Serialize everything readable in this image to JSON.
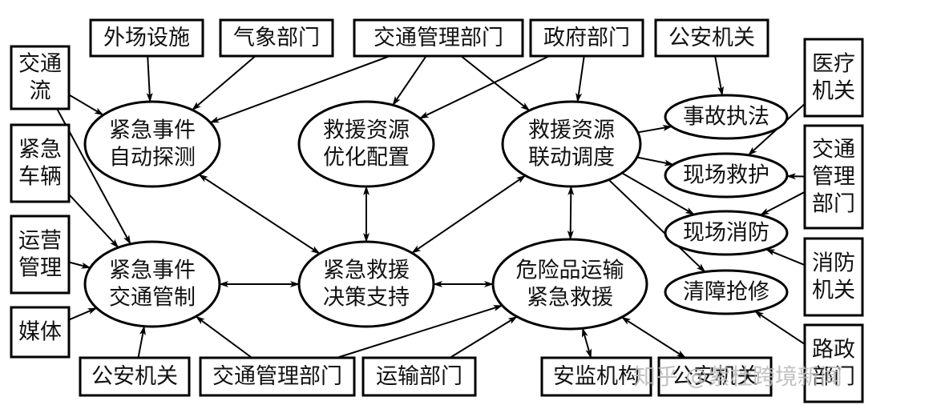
{
  "diagram": {
    "title": "",
    "nodes": {
      "box_waichang": {
        "lines": [
          "外场设施"
        ],
        "shape": "rect"
      },
      "box_qixiang": {
        "lines": [
          "气象部门"
        ],
        "shape": "rect"
      },
      "box_jiaotong_top": {
        "lines": [
          "交通管理部门"
        ],
        "shape": "rect"
      },
      "box_zhengfu": {
        "lines": [
          "政府部门"
        ],
        "shape": "rect"
      },
      "box_gongan_top": {
        "lines": [
          "公安机关"
        ],
        "shape": "rect"
      },
      "box_jiaotongliu": {
        "lines": [
          "交通",
          "流"
        ],
        "shape": "rect"
      },
      "box_jinjicheliang": {
        "lines": [
          "紧急",
          "车辆"
        ],
        "shape": "rect"
      },
      "box_yunying": {
        "lines": [
          "运营",
          "管理"
        ],
        "shape": "rect"
      },
      "box_meiti": {
        "lines": [
          "媒体"
        ],
        "shape": "rect"
      },
      "box_gongan_bottom": {
        "lines": [
          "公安机关"
        ],
        "shape": "rect"
      },
      "box_jiaotong_bottom": {
        "lines": [
          "交通管理部门"
        ],
        "shape": "rect"
      },
      "box_yunshu": {
        "lines": [
          "运输部门"
        ],
        "shape": "rect"
      },
      "box_anjian": {
        "lines": [
          "安监机构"
        ],
        "shape": "rect"
      },
      "box_gongan_bottom2": {
        "lines": [
          "公安机关"
        ],
        "shape": "rect"
      },
      "box_yiliao": {
        "lines": [
          "医疗",
          "机关"
        ],
        "shape": "rect"
      },
      "box_jiaotong_right": {
        "lines": [
          "交通",
          "管理",
          "部门"
        ],
        "shape": "rect"
      },
      "box_xiaofang": {
        "lines": [
          "消防",
          "机关"
        ],
        "shape": "rect"
      },
      "box_luzheng": {
        "lines": [
          "路政",
          "部门"
        ],
        "shape": "rect"
      },
      "ell_tance": {
        "lines": [
          "紧急事件",
          "自动探测"
        ],
        "shape": "ellipse"
      },
      "ell_youhua": {
        "lines": [
          "救援资源",
          "优化配置"
        ],
        "shape": "ellipse"
      },
      "ell_liandong": {
        "lines": [
          "救援资源",
          "联动调度"
        ],
        "shape": "ellipse"
      },
      "ell_guanzhi": {
        "lines": [
          "紧急事件",
          "交通管制"
        ],
        "shape": "ellipse"
      },
      "ell_juece": {
        "lines": [
          "紧急救援",
          "决策支持"
        ],
        "shape": "ellipse"
      },
      "ell_weixianpin": {
        "lines": [
          "危险品运输",
          "紧急救援"
        ],
        "shape": "ellipse"
      },
      "ell_zhifa": {
        "lines": [
          "事故执法"
        ],
        "shape": "ellipse"
      },
      "ell_jiuhu": {
        "lines": [
          "现场救护"
        ],
        "shape": "ellipse"
      },
      "ell_xiaofang": {
        "lines": [
          "现场消防"
        ],
        "shape": "ellipse"
      },
      "ell_qiangxiu": {
        "lines": [
          "清障抢修"
        ],
        "shape": "ellipse"
      }
    },
    "edges": [
      {
        "from": "box_waichang",
        "to": "ell_tance",
        "dir": "forward"
      },
      {
        "from": "box_qixiang",
        "to": "ell_tance",
        "dir": "forward"
      },
      {
        "from": "box_jiaotong_top",
        "to": "ell_tance",
        "dir": "forward"
      },
      {
        "from": "box_jiaotong_top",
        "to": "ell_youhua",
        "dir": "forward"
      },
      {
        "from": "box_jiaotong_top",
        "to": "ell_liandong",
        "dir": "forward"
      },
      {
        "from": "box_zhengfu",
        "to": "ell_youhua",
        "dir": "forward"
      },
      {
        "from": "box_zhengfu",
        "to": "ell_liandong",
        "dir": "forward"
      },
      {
        "from": "box_gongan_top",
        "to": "ell_zhifa",
        "dir": "forward"
      },
      {
        "from": "box_jiaotongliu",
        "to": "ell_tance",
        "dir": "forward"
      },
      {
        "from": "box_jiaotongliu",
        "to": "ell_guanzhi",
        "dir": "forward"
      },
      {
        "from": "box_jinjicheliang",
        "to": "ell_guanzhi",
        "dir": "forward"
      },
      {
        "from": "box_yunying",
        "to": "ell_guanzhi",
        "dir": "forward"
      },
      {
        "from": "box_meiti",
        "to": "ell_guanzhi",
        "dir": "forward"
      },
      {
        "from": "box_gongan_bottom",
        "to": "ell_guanzhi",
        "dir": "forward"
      },
      {
        "from": "box_jiaotong_bottom",
        "to": "ell_guanzhi",
        "dir": "forward"
      },
      {
        "from": "box_jiaotong_bottom",
        "to": "ell_weixianpin",
        "dir": "forward"
      },
      {
        "from": "box_yunshu",
        "to": "ell_weixianpin",
        "dir": "forward"
      },
      {
        "from": "box_anjian",
        "to": "ell_weixianpin",
        "dir": "both"
      },
      {
        "from": "box_gongan_bottom2",
        "to": "ell_weixianpin",
        "dir": "both"
      },
      {
        "from": "ell_tance",
        "to": "ell_juece",
        "dir": "both"
      },
      {
        "from": "ell_youhua",
        "to": "ell_juece",
        "dir": "both"
      },
      {
        "from": "ell_liandong",
        "to": "ell_juece",
        "dir": "both"
      },
      {
        "from": "ell_liandong",
        "to": "ell_weixianpin",
        "dir": "both"
      },
      {
        "from": "ell_guanzhi",
        "to": "ell_juece",
        "dir": "both"
      },
      {
        "from": "ell_juece",
        "to": "ell_weixianpin",
        "dir": "both"
      },
      {
        "from": "ell_liandong",
        "to": "ell_zhifa",
        "dir": "forward"
      },
      {
        "from": "ell_liandong",
        "to": "ell_jiuhu",
        "dir": "forward"
      },
      {
        "from": "ell_liandong",
        "to": "ell_xiaofang",
        "dir": "forward"
      },
      {
        "from": "ell_liandong",
        "to": "ell_qiangxiu",
        "dir": "forward"
      },
      {
        "from": "box_yiliao",
        "to": "ell_jiuhu",
        "dir": "forward"
      },
      {
        "from": "box_jiaotong_right",
        "to": "ell_jiuhu",
        "dir": "forward"
      },
      {
        "from": "box_jiaotong_right",
        "to": "ell_xiaofang",
        "dir": "forward"
      },
      {
        "from": "box_xiaofang",
        "to": "ell_xiaofang",
        "dir": "forward"
      },
      {
        "from": "box_luzheng",
        "to": "ell_qiangxiu",
        "dir": "forward"
      }
    ],
    "watermark": "知乎 @紫杜跨境新闻"
  }
}
